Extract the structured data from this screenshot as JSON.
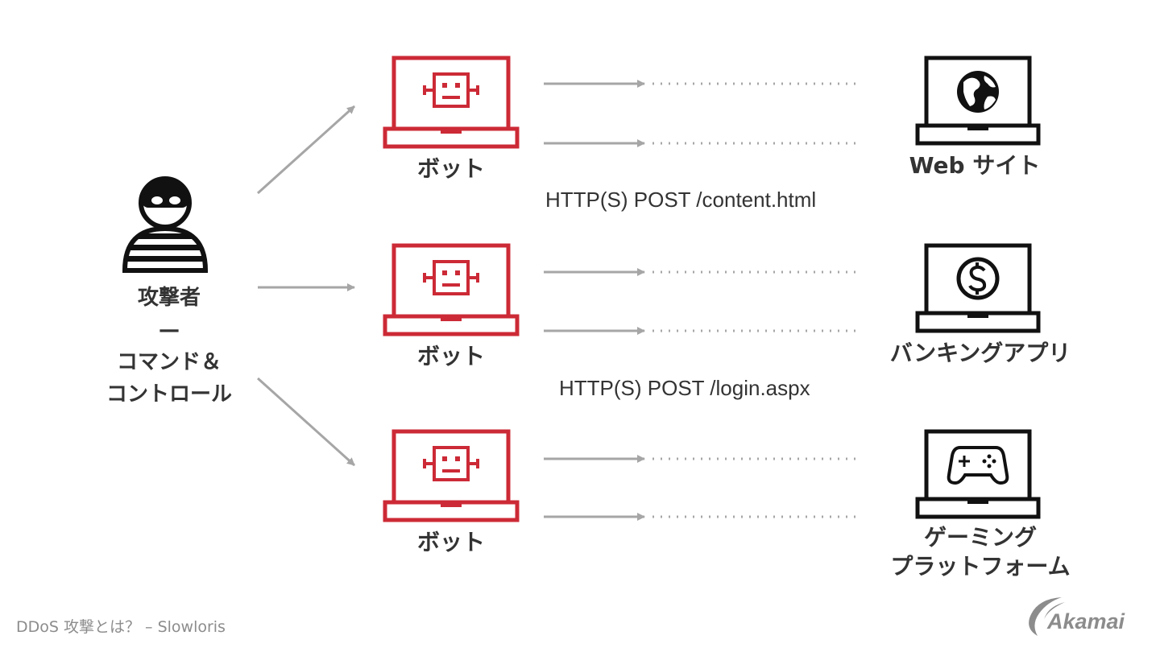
{
  "attacker": {
    "line1": "攻撃者",
    "dash": "—",
    "line2": "コマンド＆",
    "line3": "コントロール"
  },
  "bots": [
    {
      "label": "ボット"
    },
    {
      "label": "ボット"
    },
    {
      "label": "ボット"
    }
  ],
  "targets": [
    {
      "lines": [
        "Web サイト"
      ],
      "icon": "globe-icon"
    },
    {
      "lines": [
        "バンキングアプリ"
      ],
      "icon": "dollar-icon"
    },
    {
      "lines": [
        "ゲーミング",
        "プラットフォーム"
      ],
      "icon": "gamepad-icon"
    }
  ],
  "requests": [
    {
      "label": "HTTP(S) POST /content.html"
    },
    {
      "label": "HTTP(S) POST /login.aspx"
    }
  ],
  "footer": {
    "title": "DDoS 攻撃とは？ – Slowloris",
    "logo": "Akamai"
  },
  "colors": {
    "bot": "#cc2a36",
    "target": "#111111",
    "arrow": "#a6a6a6",
    "text": "#333333"
  }
}
